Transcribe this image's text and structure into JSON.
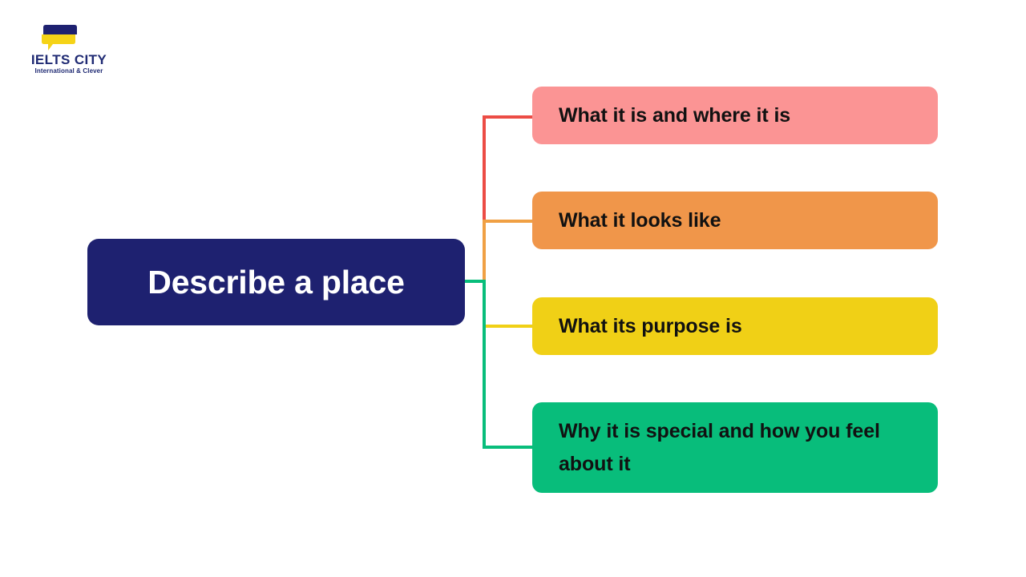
{
  "brand": {
    "name": "IELTS CITY",
    "tagline": "International & Clever",
    "mark_icon": "speech-bubble-icon",
    "name_color": "#1f2a73",
    "mark_top_color": "#1e2170",
    "mark_bottom_color": "#f5d317"
  },
  "mindmap": {
    "root": {
      "label": "Describe a place",
      "background": "#1e2170",
      "text_color": "#ffffff"
    },
    "branches": [
      {
        "label": "What it is and where it is",
        "background": "#fb9494",
        "line_color": "#ec4c45",
        "text_color": "#111111"
      },
      {
        "label": "What it looks like",
        "background": "#f0964a",
        "line_color": "#f0a044",
        "text_color": "#111111"
      },
      {
        "label": "What its purpose is",
        "background": "#f0d016",
        "line_color": "#f0d016",
        "text_color": "#111111"
      },
      {
        "label": "Why it is special and how you feel about it",
        "background": "#08bd7b",
        "line_color": "#08bd7b",
        "text_color": "#111111"
      }
    ]
  },
  "canvas": {
    "background": "#ffffff"
  }
}
